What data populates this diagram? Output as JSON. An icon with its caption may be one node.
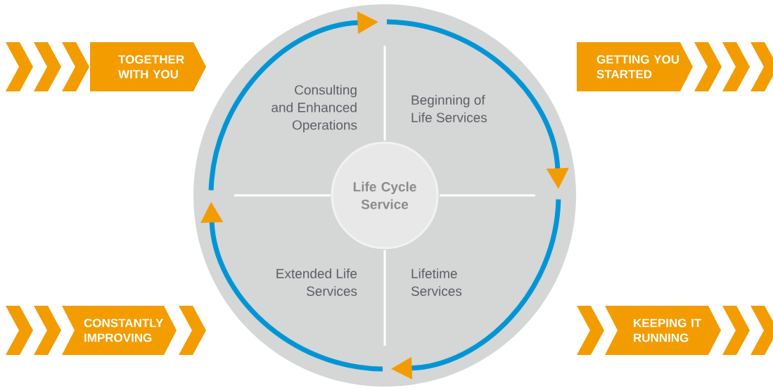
{
  "diagram": {
    "nodes": [
      {
        "text": [
          "TOGETHER WITH YOU"
        ]
      },
      {
        "text": [
          "GETTING YOU STARTED"
        ]
      },
      {
        "text": [
          "Consulting and Enhanced Operations"
        ]
      },
      {
        "text": [
          "Beginning of Life Services"
        ]
      },
      {
        "text": [
          "Life Cycle Service"
        ]
      },
      {
        "text": [
          "Extended Life Services"
        ]
      },
      {
        "text": [
          "Lifetime Services"
        ]
      },
      {
        "text": [
          "CONSTANTLY IMPROVING"
        ]
      },
      {
        "text": [
          "KEEPING IT RUNNING"
        ]
      }
    ]
  }
}
